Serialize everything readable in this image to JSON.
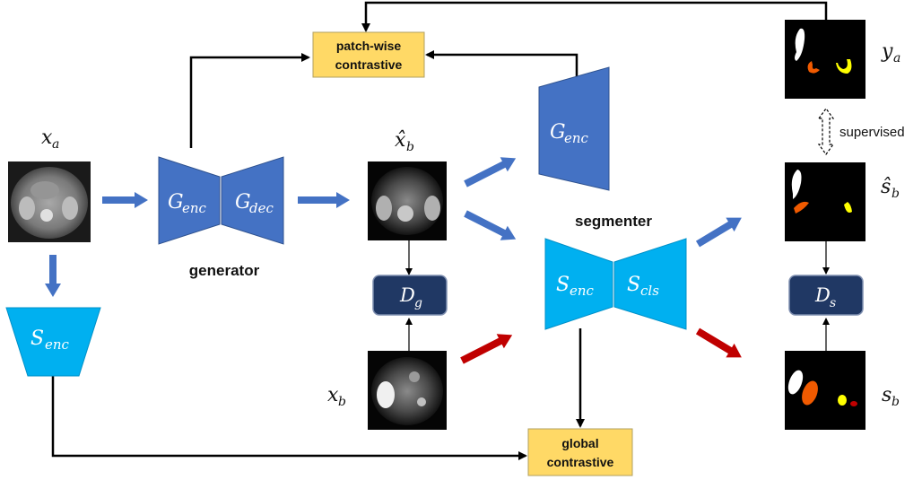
{
  "labels": {
    "patch_wise": "patch-wise",
    "contrastive_1": "contrastive",
    "global": "global",
    "contrastive_2": "contrastive",
    "generator": "generator",
    "segmenter": "segmenter",
    "supervised": "supervised"
  },
  "math": {
    "x_a": "x",
    "x_a_sub": "a",
    "x_hat_b": "x̂",
    "x_hat_b_sub": "b",
    "x_b": "x",
    "x_b_sub": "b",
    "y_a": "y",
    "y_a_sub": "a",
    "s_hat_b": "ŝ",
    "s_hat_b_sub": "b",
    "s_b": "s",
    "s_b_sub": "b",
    "g_enc": "G",
    "g_enc_sub": "enc",
    "g_dec": "G",
    "g_dec_sub": "dec",
    "g_enc_2": "G",
    "g_enc_2_sub": "enc",
    "s_enc": "S",
    "s_enc_sub": "enc",
    "s_cls": "S",
    "s_cls_sub": "cls",
    "s_enc_2": "S",
    "s_enc_2_sub": "enc",
    "d_g": "D",
    "d_g_sub": "g",
    "d_s": "D",
    "d_s_sub": "s"
  },
  "colors": {
    "generator_blue": "#4472c4",
    "segmenter_cyan": "#00b0f0",
    "discriminator_navy": "#203864",
    "loss_yellow": "#ffd966",
    "arrow_blue": "#4472c4",
    "arrow_red": "#c00000",
    "mask_white": "#ffffff",
    "mask_orange": "#f05a00",
    "mask_yellow": "#ffff00",
    "mask_red": "#c00000"
  }
}
